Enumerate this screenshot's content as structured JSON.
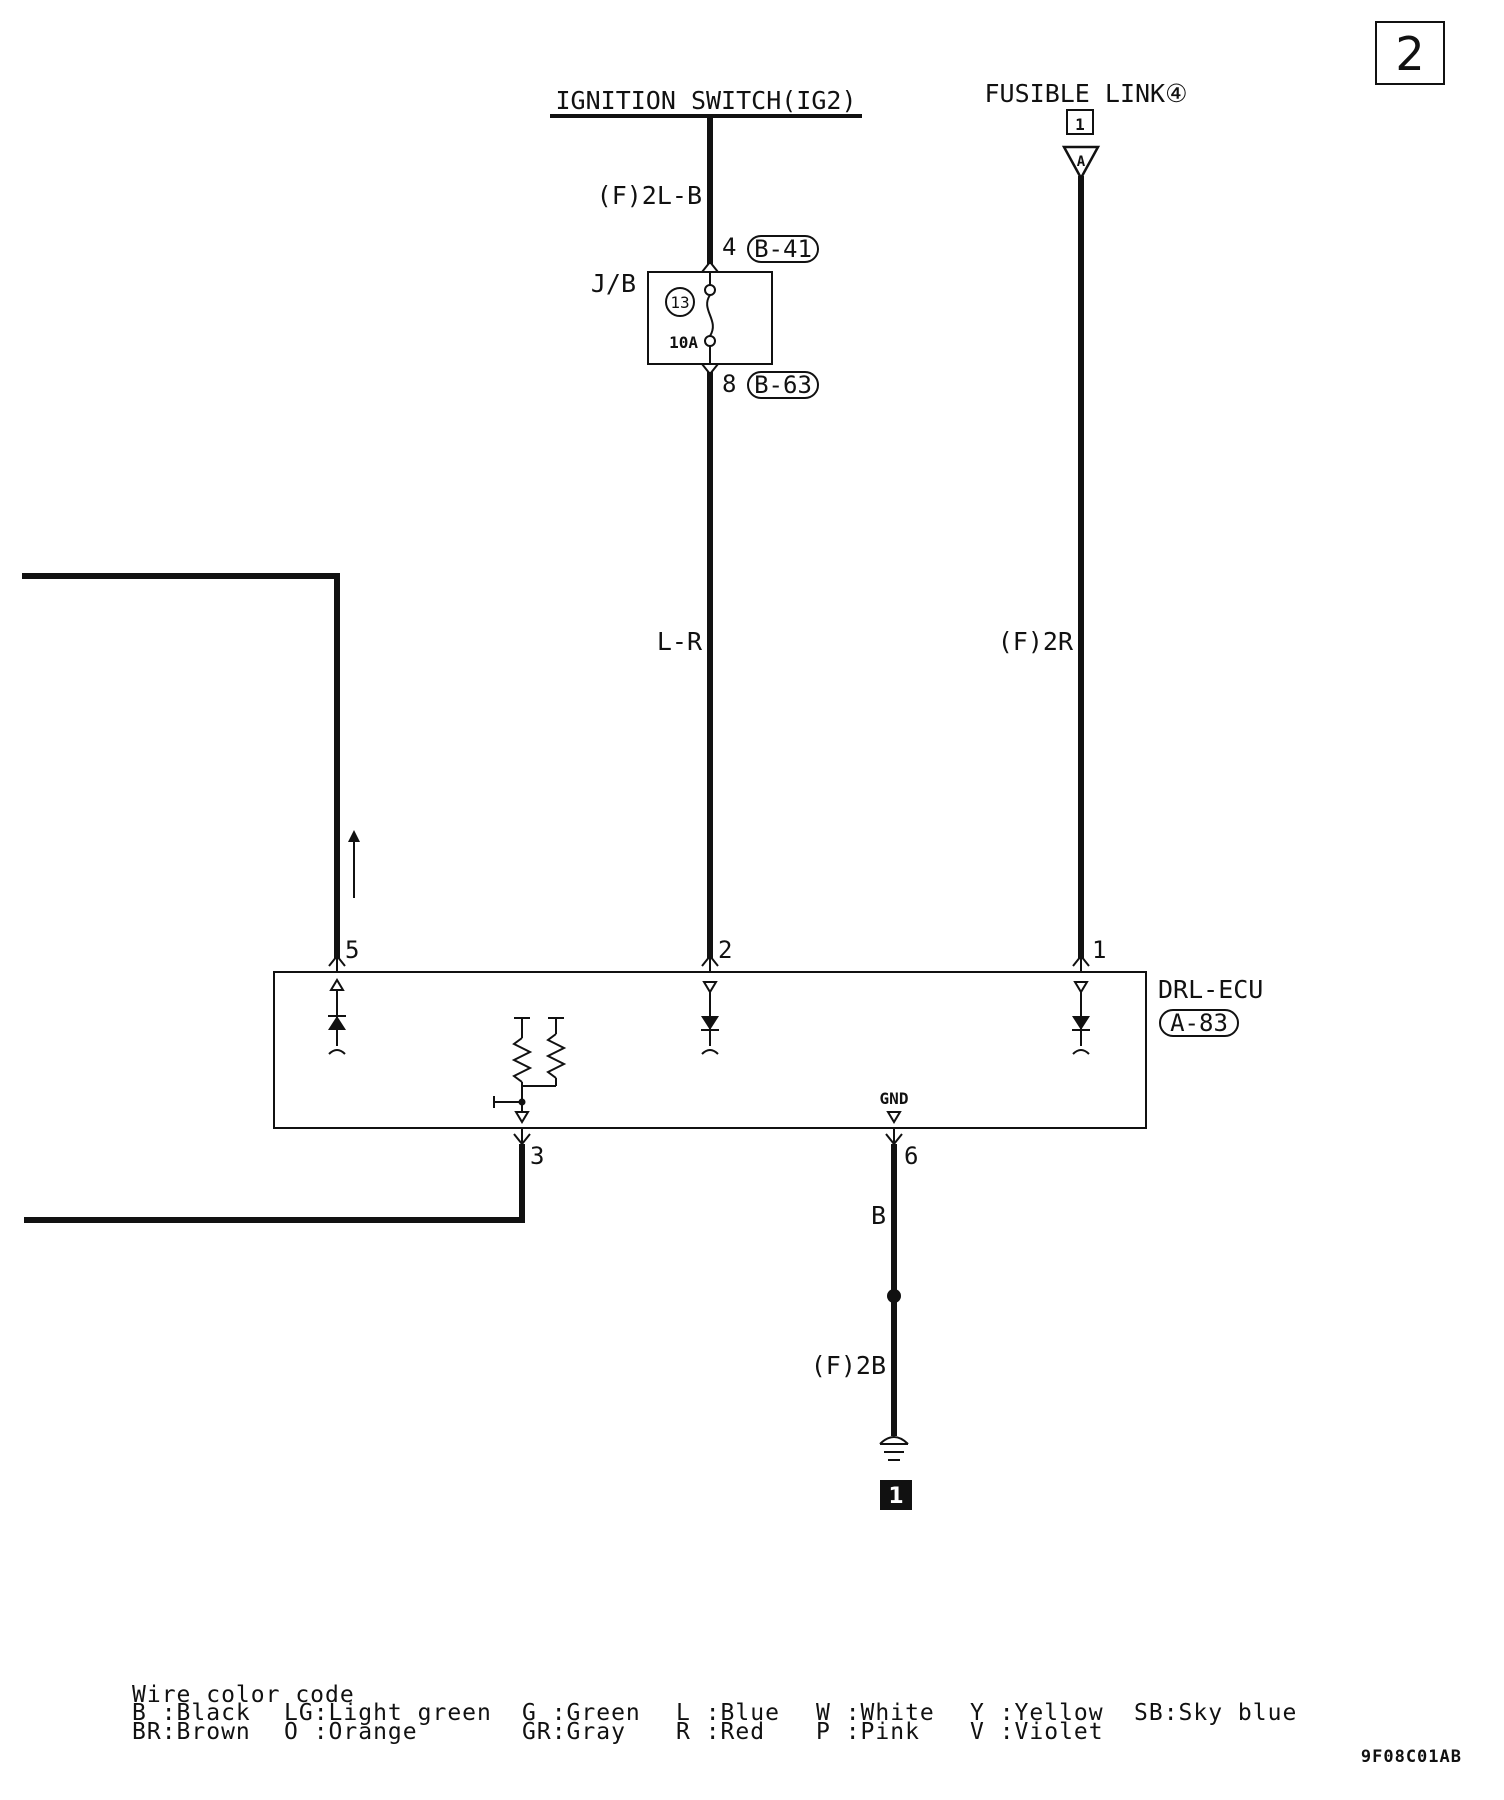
{
  "page_badge": "2",
  "sources": {
    "ignition": "IGNITION SWITCH(IG2)",
    "fusible": "FUSIBLE LINK④",
    "fusible_num": "1",
    "fusible_conn": "A"
  },
  "wires": {
    "f2lb": "(F)2L-B",
    "lr": "L-R",
    "f2r": "(F)2R",
    "b": "B",
    "f2b": "(F)2B"
  },
  "junction_block": {
    "label": "J/B",
    "fuse_number": "13",
    "fuse_rating": "10A",
    "in_pin": "4",
    "in_conn": "B-41",
    "out_pin": "8",
    "out_conn": "B-63"
  },
  "ecu": {
    "name": "DRL-ECU",
    "connector": "A-83",
    "gnd_label": "GND",
    "pins": [
      "5",
      "2",
      "1",
      "3",
      "6"
    ]
  },
  "ground": {
    "number": "1"
  },
  "legend": {
    "title": "Wire color code",
    "row1": [
      "B :Black",
      "LG:Light green",
      "G :Green",
      "L :Blue",
      "W :White",
      "Y :Yellow",
      "SB:Sky blue"
    ],
    "row2": [
      "BR:Brown",
      "O :Orange",
      "GR:Gray",
      "R :Red",
      "P :Pink",
      "V :Violet"
    ]
  },
  "figure_code": "9F08C01AB"
}
